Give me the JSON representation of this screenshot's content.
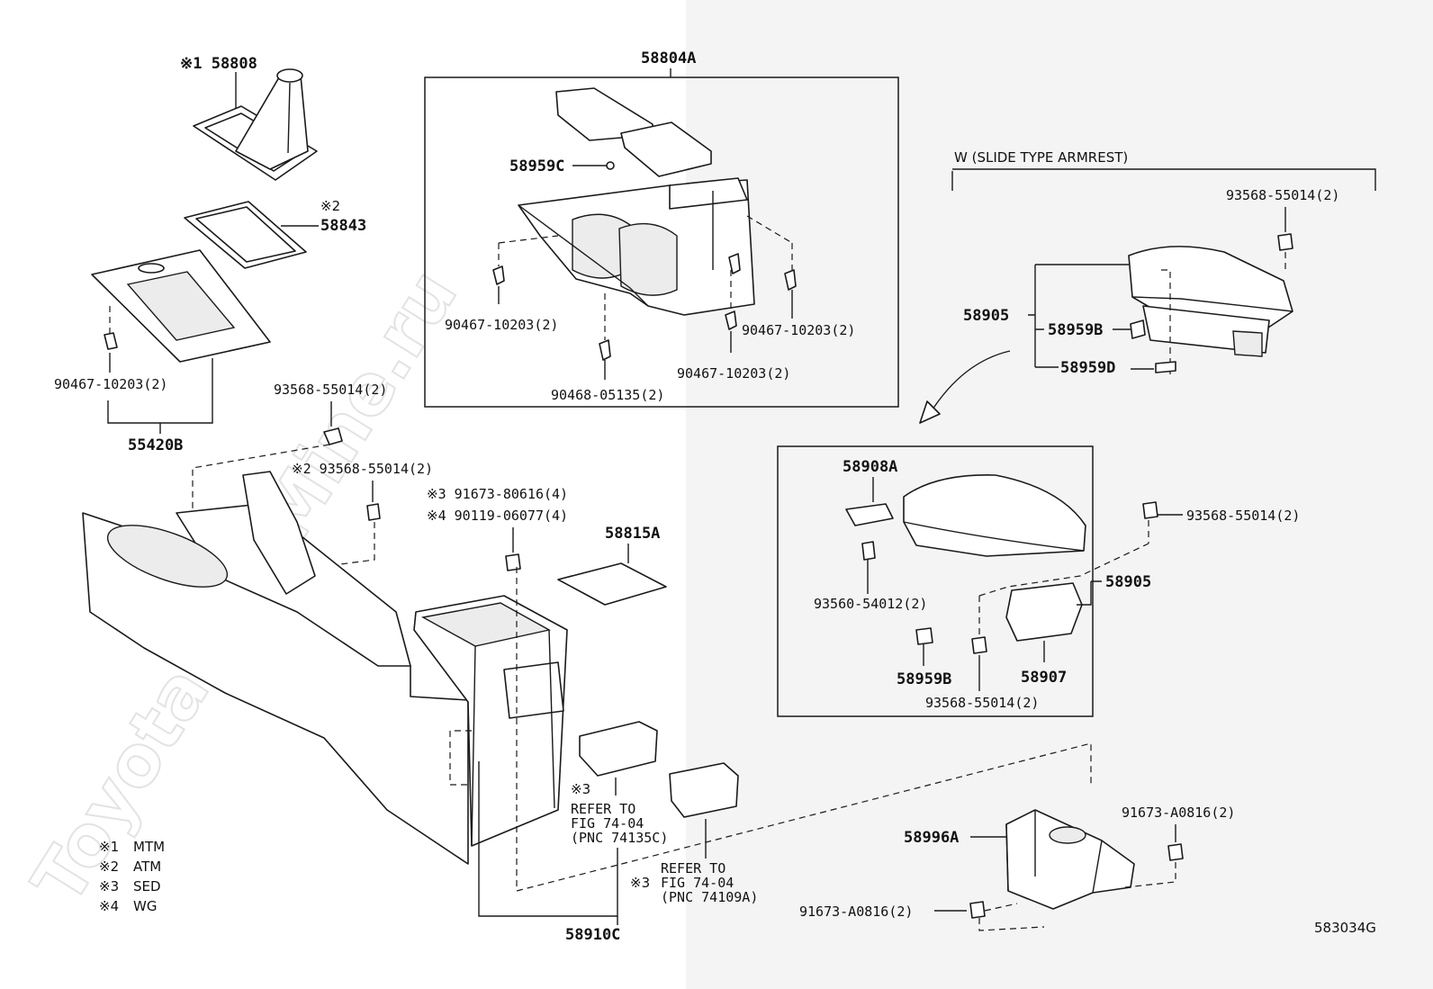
{
  "watermark": "ToyotaPartMine.ru",
  "figure_code": "583034G",
  "callouts": {
    "c58808": "※1 58808",
    "c58843_mark": "※2",
    "c58843": "58843",
    "c90467_left": "90467-10203(2)",
    "c55420B": "55420B",
    "c58804A": "58804A",
    "c58959C": "58959C",
    "c90467_a": "90467-10203(2)",
    "c90467_b": "90467-10203(2)",
    "c90467_c": "90467-10203(2)",
    "c90468": "90468-05135(2)",
    "c93568_top": "93568-55014(2)",
    "c93568_atm": "※2 93568-55014(2)",
    "c91673_sed": "※3 91673-80616(4)",
    "c90119_wg": "※4 90119-06077(4)",
    "c58815A": "58815A",
    "w_title": "W (SLIDE TYPE ARMREST)",
    "c93568_w": "93568-55014(2)",
    "c58905_w": "58905",
    "c58959B_w": "58959B",
    "c58959D": "58959D",
    "c58908A": "58908A",
    "c93568_r": "93568-55014(2)",
    "c58905_r": "58905",
    "c93560": "93560-54012(2)",
    "c58959B_r": "58959B",
    "c58907": "58907",
    "c93568_bot": "93568-55014(2)",
    "ref1_mark": "※3",
    "ref1_l1": "REFER TO",
    "ref1_l2": "FIG 74-04",
    "ref1_l3": "(PNC 74135C)",
    "ref2_mark": "※3",
    "ref2_l1": "REFER TO",
    "ref2_l2": "FIG 74-04",
    "ref2_l3": "(PNC 74109A)",
    "c58910C": "58910C",
    "c58996A": "58996A",
    "c91673_a": "91673-A0816(2)",
    "c91673_b": "91673-A0816(2)"
  },
  "legend": [
    {
      "mark": "※1",
      "text": "MTM"
    },
    {
      "mark": "※2",
      "text": "ATM"
    },
    {
      "mark": "※3",
      "text": "SED"
    },
    {
      "mark": "※4",
      "text": "WG"
    }
  ]
}
